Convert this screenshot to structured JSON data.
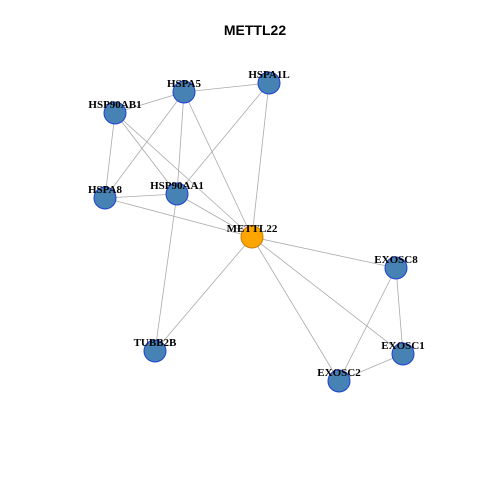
{
  "title": "METTL22",
  "colors": {
    "node_fill": "#4682B4",
    "node_border": "#1F3FD4",
    "center_fill": "#FFA500",
    "center_border": "#CC7A00",
    "edge": "#AAAAAA"
  },
  "nodes": [
    {
      "id": "HSPA5",
      "label": "HSPA5",
      "center": false
    },
    {
      "id": "HSPA1L",
      "label": "HSPA1L",
      "center": false
    },
    {
      "id": "HSP90AB1",
      "label": "HSP90AB1",
      "center": false
    },
    {
      "id": "HSPA8",
      "label": "HSPA8",
      "center": false
    },
    {
      "id": "HSP90AA1",
      "label": "HSP90AA1",
      "center": false
    },
    {
      "id": "METTL22",
      "label": "METTL22",
      "center": true
    },
    {
      "id": "EXOSC8",
      "label": "EXOSC8",
      "center": false
    },
    {
      "id": "TUBB2B",
      "label": "TUBB2B",
      "center": false
    },
    {
      "id": "EXOSC1",
      "label": "EXOSC1",
      "center": false
    },
    {
      "id": "EXOSC2",
      "label": "EXOSC2",
      "center": false
    }
  ],
  "edges": [
    [
      "HSPA5",
      "HSPA1L"
    ],
    [
      "HSPA5",
      "HSP90AB1"
    ],
    [
      "HSPA5",
      "HSPA8"
    ],
    [
      "HSPA5",
      "HSP90AA1"
    ],
    [
      "HSPA5",
      "METTL22"
    ],
    [
      "HSPA1L",
      "HSP90AA1"
    ],
    [
      "HSPA1L",
      "METTL22"
    ],
    [
      "HSP90AB1",
      "HSPA8"
    ],
    [
      "HSP90AB1",
      "HSP90AA1"
    ],
    [
      "HSP90AB1",
      "METTL22"
    ],
    [
      "HSPA8",
      "HSP90AA1"
    ],
    [
      "HSPA8",
      "METTL22"
    ],
    [
      "HSP90AA1",
      "METTL22"
    ],
    [
      "HSP90AA1",
      "TUBB2B"
    ],
    [
      "METTL22",
      "TUBB2B"
    ],
    [
      "METTL22",
      "EXOSC8"
    ],
    [
      "METTL22",
      "EXOSC1"
    ],
    [
      "METTL22",
      "EXOSC2"
    ],
    [
      "EXOSC8",
      "EXOSC1"
    ],
    [
      "EXOSC8",
      "EXOSC2"
    ],
    [
      "EXOSC1",
      "EXOSC2"
    ]
  ]
}
